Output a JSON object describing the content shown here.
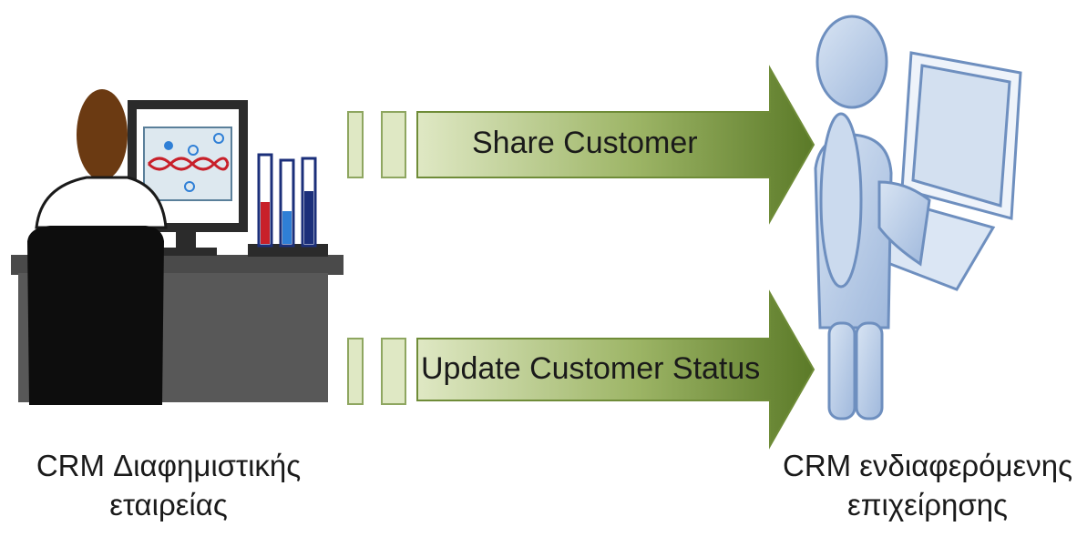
{
  "arrows": [
    {
      "label": "Share Customer"
    },
    {
      "label": "Update Customer Status"
    }
  ],
  "nodes": {
    "left": {
      "line1": "CRM Διαφημιστικής",
      "line2": "εταιρείας",
      "icon": "researcher-at-computer-icon"
    },
    "right": {
      "line1": "CRM ενδιαφερόμενης",
      "line2": "επιχείρησης",
      "icon": "user-with-laptop-icon"
    }
  },
  "colors": {
    "arrow_dark": "#5b7a28",
    "arrow_light": "#dfe8c4",
    "person_blue": "#bccfe8",
    "person_outline": "#6e8fbf",
    "desk_gray": "#3c3c3c",
    "hair_brown": "#6b3a12",
    "tube_red": "#c8202a",
    "tube_blue": "#2f7fd6",
    "tube_navy": "#1b2f7a"
  }
}
